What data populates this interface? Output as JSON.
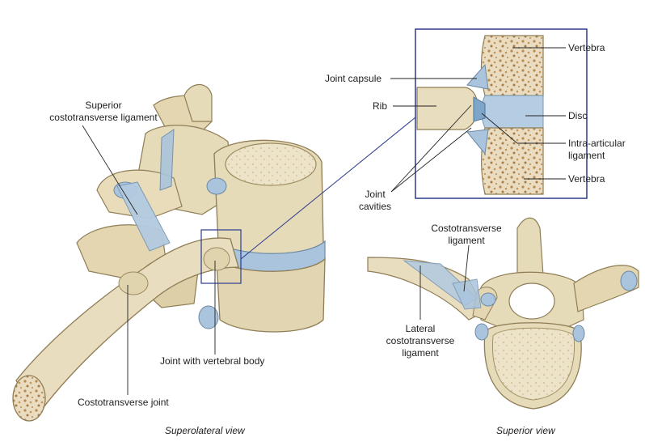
{
  "labels": {
    "superior_costotransverse_1": "Superior",
    "superior_costotransverse_2": "costotransverse ligament",
    "joint_capsule": "Joint capsule",
    "rib": "Rib",
    "vertebra_top": "Vertebra",
    "disc": "Disc",
    "intra_articular_1": "Intra-articular",
    "intra_articular_2": "ligament",
    "vertebra_bottom": "Vertebra",
    "joint_cavities_1": "Joint",
    "joint_cavities_2": "cavities",
    "costotransverse_lig_1": "Costotransverse",
    "costotransverse_lig_2": "ligament",
    "lateral_1": "Lateral",
    "lateral_2": "costotransverse",
    "lateral_3": "ligament",
    "joint_vertebral_body": "Joint with vertebral body",
    "costotransverse_joint": "Costotransverse joint"
  },
  "captions": {
    "superolateral": "Superolateral view",
    "superior": "Superior view"
  },
  "colors": {
    "bone": "#e6dbb9",
    "bone_dark": "#b9a77e",
    "ligament": "#a9c4dc",
    "cancellous": "#c49a5e",
    "inset_border": "#2b3a8c"
  }
}
